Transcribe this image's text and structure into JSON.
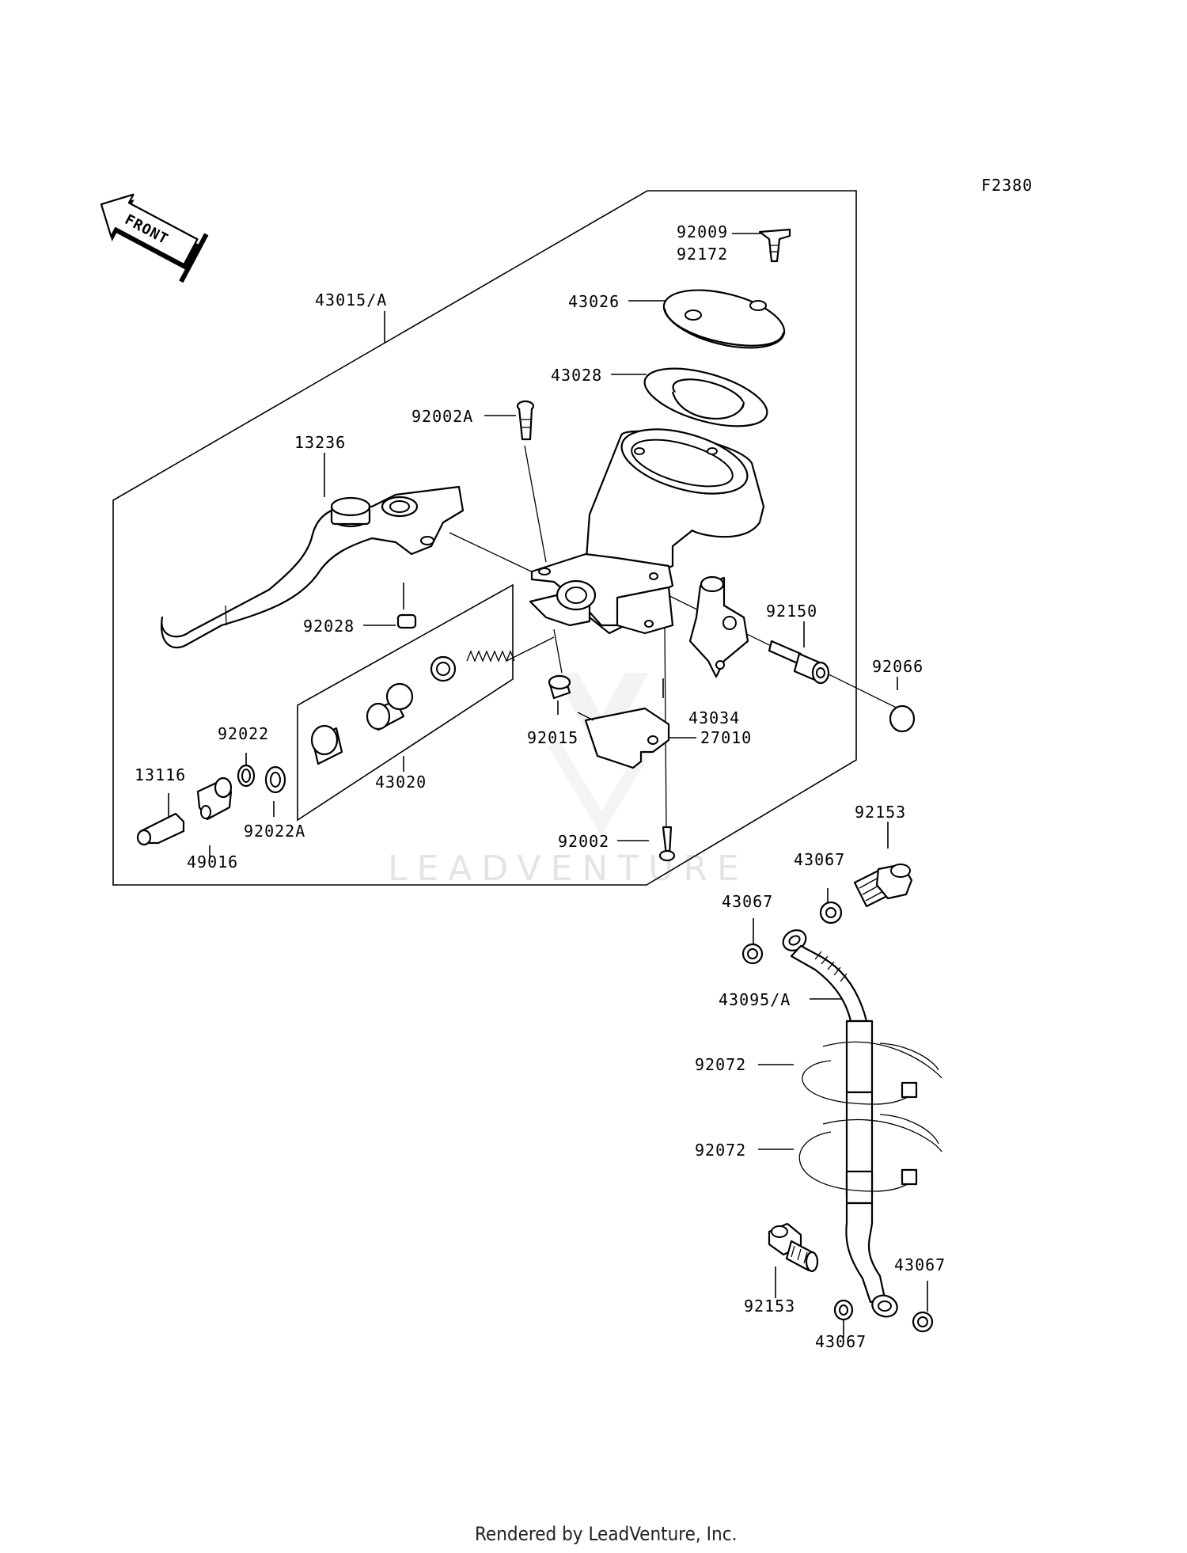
{
  "diagram_code": "F2380",
  "front_arrow_text": "FRONT",
  "watermark": "LEADVENTURE",
  "footer": "Rendered by LeadVenture, Inc.",
  "labels": {
    "l92009": "92009",
    "l92172": "92172",
    "l43026": "43026",
    "l43028": "43028",
    "l92002A": "92002A",
    "l43015A": "43015/A",
    "l13236": "13236",
    "l92028": "92028",
    "l92150": "92150",
    "l92066": "92066",
    "l43034": "43034",
    "l27010": "27010",
    "l92015": "92015",
    "l92022": "92022",
    "l13116": "13116",
    "l92022A": "92022A",
    "l43020": "43020",
    "l49016": "49016",
    "l92002": "92002",
    "l92153a": "92153",
    "l43067a": "43067",
    "l43067b": "43067",
    "l43095A": "43095/A",
    "l92072a": "92072",
    "l92072b": "92072",
    "l92153b": "92153",
    "l43067c": "43067",
    "l43067d": "43067"
  }
}
